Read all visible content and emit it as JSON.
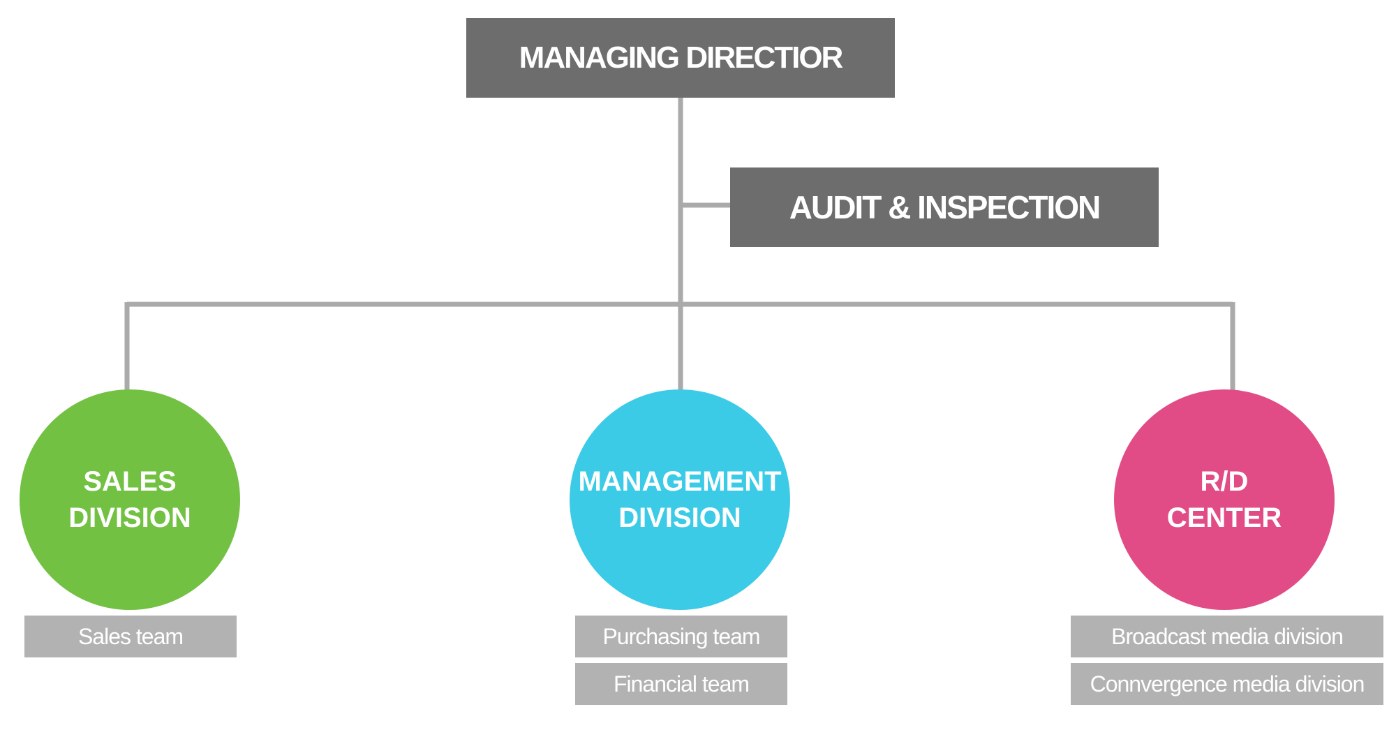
{
  "colors": {
    "connector": "#aaaaaa",
    "header_box": "#6d6d6d",
    "team_box": "#b2b2b2",
    "sales": "#72c143",
    "management": "#3ccbe6",
    "rd": "#e14c87"
  },
  "managing_director": "MANAGING DIRECTIOR",
  "audit": "AUDIT & INSPECTION",
  "divisions": [
    {
      "line1": "SALES",
      "line2": "DIVISION",
      "teams": [
        "Sales team"
      ]
    },
    {
      "line1": "MANAGEMENT",
      "line2": "DIVISION",
      "teams": [
        "Purchasing team",
        "Financial team"
      ]
    },
    {
      "line1": "R/D",
      "line2": "CENTER",
      "teams": [
        "Broadcast media division",
        "Connvergence media division"
      ]
    }
  ]
}
